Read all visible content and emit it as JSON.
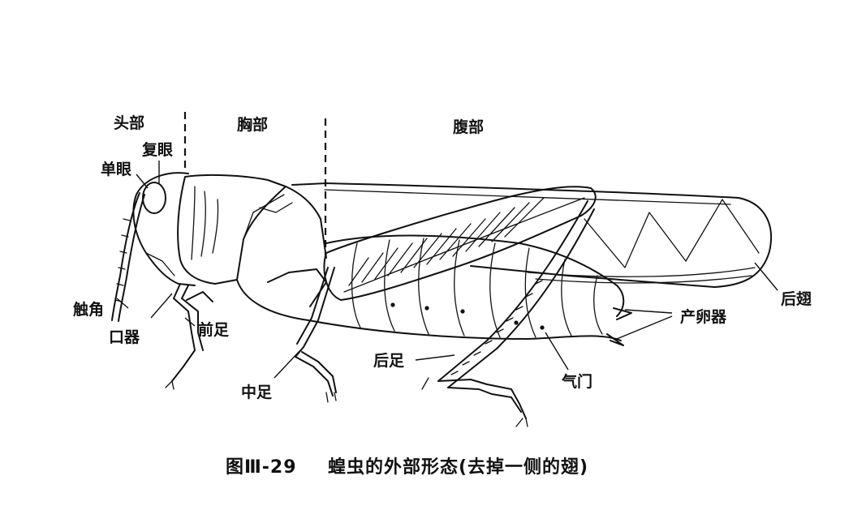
{
  "sections": {
    "head": "头部",
    "thorax": "胸部",
    "abdomen": "腹部"
  },
  "labels": {
    "compound_eye": "复眼",
    "ocellus": "单眼",
    "antenna": "触角",
    "mouthparts": "口器",
    "foreleg": "前足",
    "midleg": "中足",
    "hindleg": "后足",
    "spiracle": "气门",
    "ovipositor": "产卵器",
    "hindwing": "后翅"
  },
  "caption": {
    "number": "图Ⅲ-29",
    "title": "蝗虫的外部形态(去掉一侧的翅)"
  }
}
